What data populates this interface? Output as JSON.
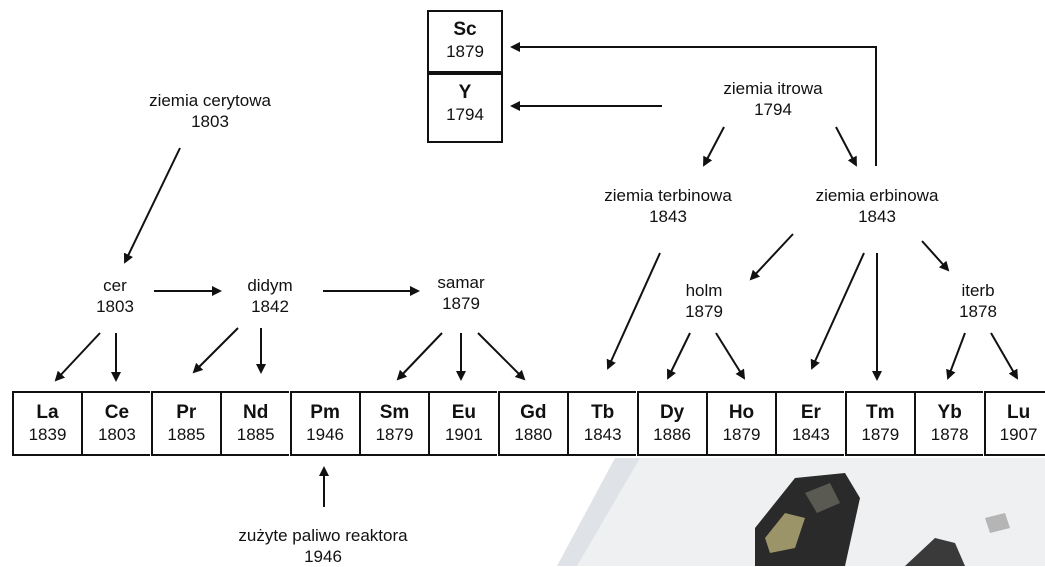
{
  "top_elements": [
    {
      "symbol": "Sc",
      "year": "1879"
    },
    {
      "symbol": "Y",
      "year": "1794"
    }
  ],
  "sources": {
    "cerium_earth": {
      "name": "ziemia cerytowa",
      "year": "1803"
    },
    "yttrium_earth": {
      "name": "ziemia itrowa",
      "year": "1794"
    },
    "terbium_earth": {
      "name": "ziemia terbinowa",
      "year": "1843"
    },
    "erbium_earth": {
      "name": "ziemia erbinowa",
      "year": "1843"
    },
    "reactor_fuel": {
      "name": "zużyte paliwo reaktora",
      "year": "1946"
    }
  },
  "intermediates": {
    "cer": {
      "name": "cer",
      "year": "1803"
    },
    "didym": {
      "name": "didym",
      "year": "1842"
    },
    "samar": {
      "name": "samar",
      "year": "1879"
    },
    "holm": {
      "name": "holm",
      "year": "1879"
    },
    "iterb": {
      "name": "iterb",
      "year": "1878"
    }
  },
  "elements": [
    {
      "symbol": "La",
      "year": "1839"
    },
    {
      "symbol": "Ce",
      "year": "1803"
    },
    {
      "symbol": "Pr",
      "year": "1885"
    },
    {
      "symbol": "Nd",
      "year": "1885"
    },
    {
      "symbol": "Pm",
      "year": "1946"
    },
    {
      "symbol": "Sm",
      "year": "1879"
    },
    {
      "symbol": "Eu",
      "year": "1901"
    },
    {
      "symbol": "Gd",
      "year": "1880"
    },
    {
      "symbol": "Tb",
      "year": "1843"
    },
    {
      "symbol": "Dy",
      "year": "1886"
    },
    {
      "symbol": "Ho",
      "year": "1879"
    },
    {
      "symbol": "Er",
      "year": "1843"
    },
    {
      "symbol": "Tm",
      "year": "1879"
    },
    {
      "symbol": "Yb",
      "year": "1878"
    },
    {
      "symbol": "Lu",
      "year": "1907"
    }
  ],
  "colors": {
    "line": "#111111",
    "background": "#ffffff",
    "photo_bg": "#eef0f2",
    "sample_dark": "#2a2a2a",
    "sample_highlight": "#9a9468"
  }
}
